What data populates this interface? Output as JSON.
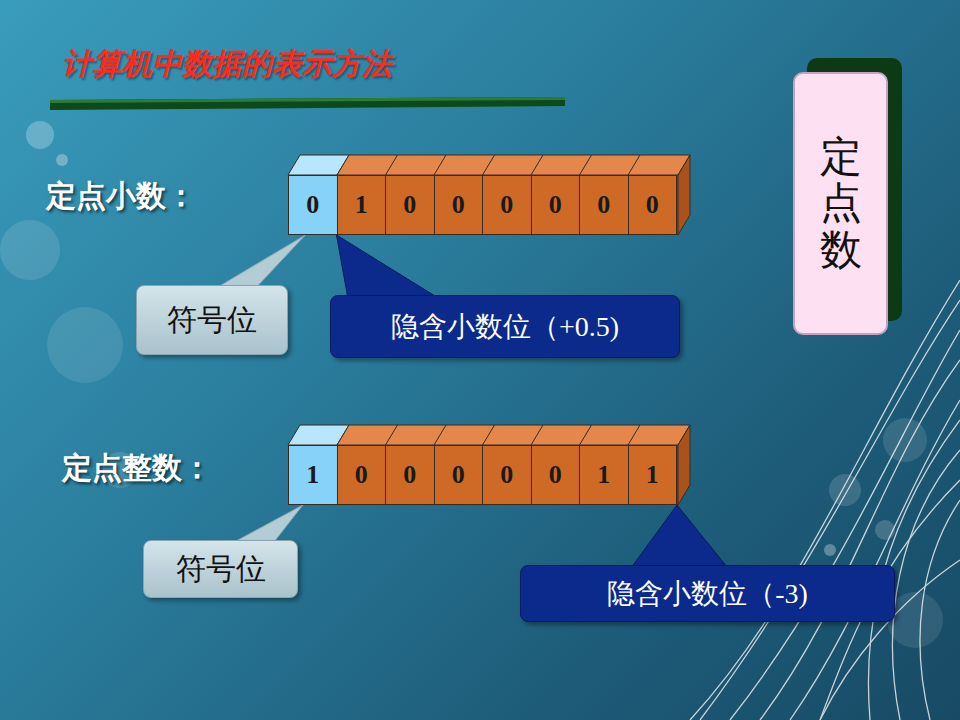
{
  "diagram": {
    "title": "计算机中数据的表示方法",
    "nodes": [
      {
        "text": [
          "定点数"
        ]
      },
      {
        "text": [
          "0"
        ]
      },
      {
        "text": [
          "1"
        ]
      },
      {
        "text": [
          "0"
        ]
      },
      {
        "text": [
          "0"
        ]
      },
      {
        "text": [
          "0"
        ]
      },
      {
        "text": [
          "0"
        ]
      },
      {
        "text": [
          "0"
        ]
      },
      {
        "text": [
          "0"
        ]
      },
      {
        "text": [
          "符号位"
        ]
      },
      {
        "text": [
          "隐含小数位（+0.5)"
        ]
      },
      {
        "text": [
          "1"
        ]
      },
      {
        "text": [
          "0"
        ]
      },
      {
        "text": [
          "0"
        ]
      },
      {
        "text": [
          "0"
        ]
      },
      {
        "text": [
          "0"
        ]
      },
      {
        "text": [
          "0"
        ]
      },
      {
        "text": [
          "1"
        ]
      },
      {
        "text": [
          "1"
        ]
      },
      {
        "text": [
          "符号位"
        ]
      },
      {
        "text": [
          "隐含小数位（-3)"
        ]
      }
    ],
    "edges": [
      {
        "from": 9,
        "to": 1,
        "arrow": "none"
      },
      {
        "from": 10,
        "to": 2,
        "arrow": "none"
      },
      {
        "from": 19,
        "to": 11,
        "arrow": "none"
      },
      {
        "from": 20,
        "to": 18,
        "arrow": "none"
      }
    ],
    "labels": [
      "定点小数：",
      "定点整数："
    ]
  }
}
